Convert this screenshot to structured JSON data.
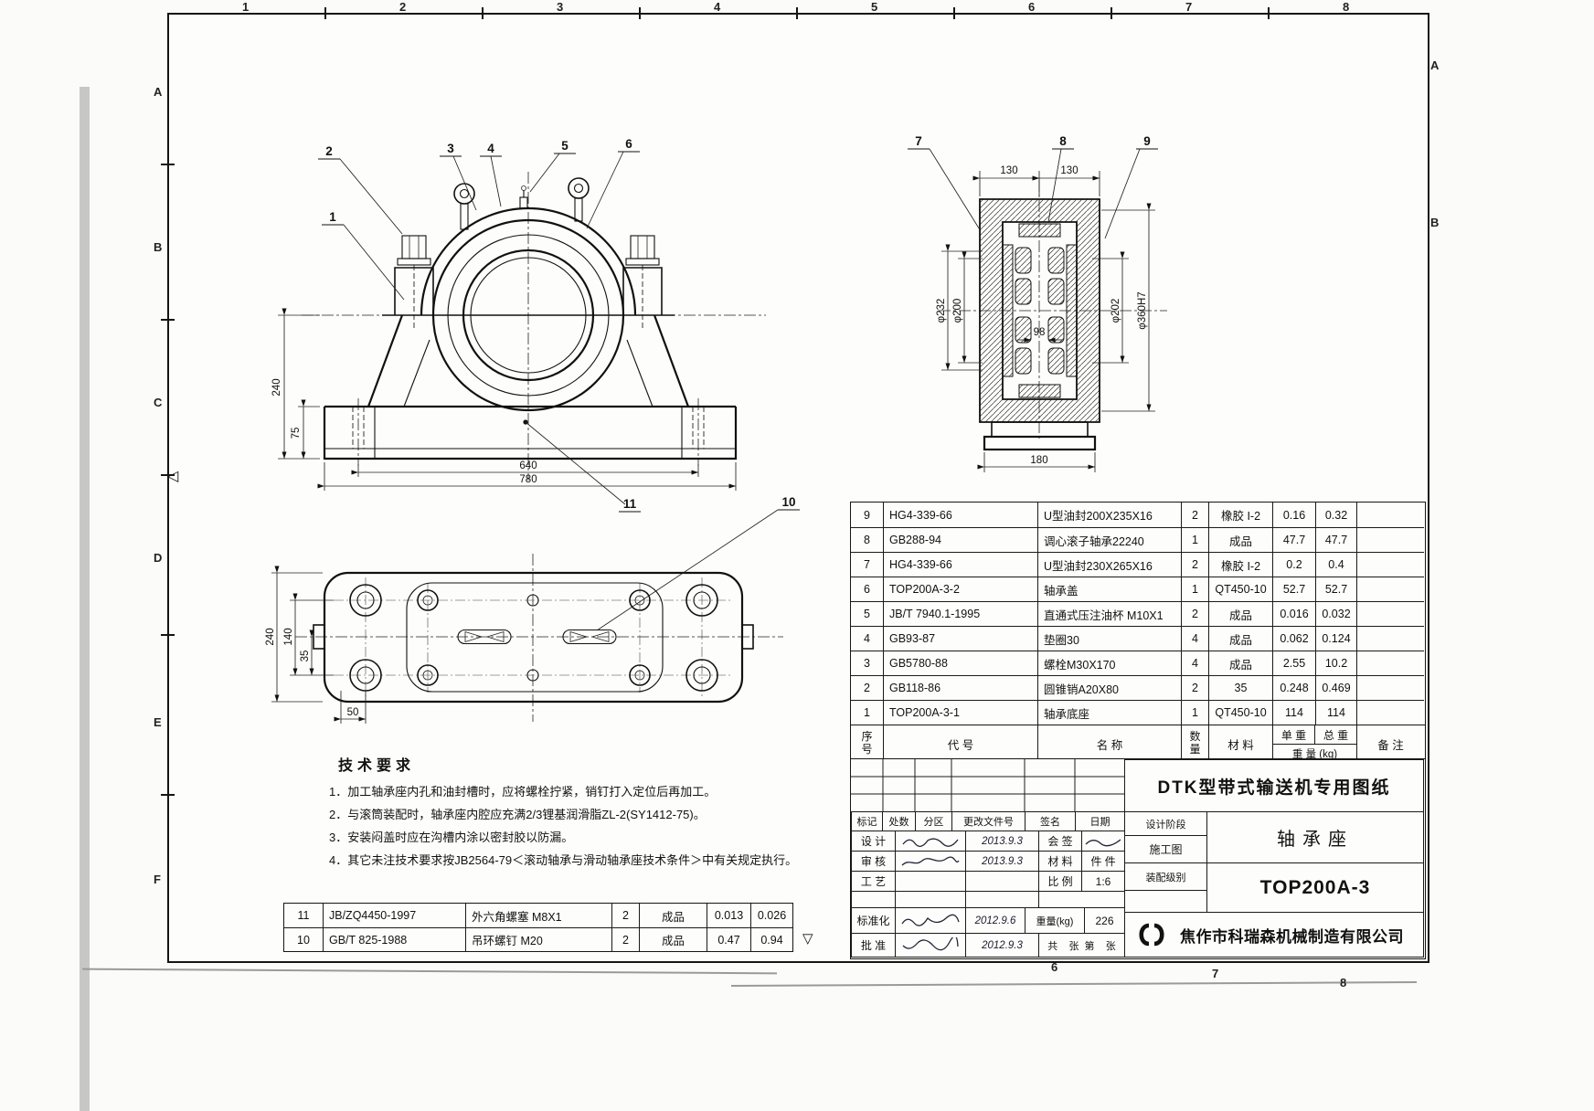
{
  "sheet": {
    "row_labels": [
      "A",
      "B",
      "C",
      "D",
      "E",
      "F"
    ],
    "col_labels_top": [
      "1",
      "2",
      "3",
      "4",
      "5",
      "6",
      "7",
      "8"
    ],
    "col_labels_bottom": [
      "6",
      "7",
      "8"
    ],
    "right_labels": [
      "A",
      "B"
    ],
    "center_mark": "◁",
    "surface_mark": "▽"
  },
  "front_view": {
    "callouts": {
      "n1": "1",
      "n2": "2",
      "n3": "3",
      "n4": "4",
      "n5": "5",
      "n6": "6",
      "n11": "11"
    },
    "dims": {
      "total_height": "240",
      "base_height": "75",
      "bolt_span": "640",
      "base_width": "780"
    }
  },
  "section_view": {
    "callouts": {
      "n7": "7",
      "n8": "8",
      "n9": "9"
    },
    "dims": {
      "cap_left": "130",
      "cap_right": "130",
      "inner_width": "98",
      "foot_width": "180",
      "d1": "φ232",
      "d2": "φ200",
      "d3": "φ202",
      "d4": "φ360H7"
    }
  },
  "top_view": {
    "callouts": {
      "n10": "10"
    },
    "dims": {
      "overall_depth": "240",
      "hole_span": "140",
      "hole_offset": "35",
      "edge_offset": "50"
    }
  },
  "tech_req": {
    "title": "技术要求",
    "items": [
      "1．加工轴承座内孔和油封槽时，应将螺栓拧紧，销钉打入定位后再加工。",
      "2．与滚筒装配时，轴承座内腔应充满2/3锂基润滑脂ZL-2(SY1412-75)。",
      "3．安装闷盖时应在沟槽内涂以密封胶以防漏。",
      "4．其它未注技术要求按JB2564-79＜滚动轴承与滑动轴承座技术条件＞中有关规定执行。"
    ]
  },
  "bom": {
    "headers": {
      "no": "序\n号",
      "code": "代  号",
      "name": "名  称",
      "qty": "数\n量",
      "material": "材 料",
      "unit": "单 重",
      "total": "总 重",
      "weight": "重 量 (kg)",
      "note": "备 注"
    },
    "rows": [
      {
        "no": "9",
        "code": "HG4-339-66",
        "name": "U型油封200X235X16",
        "qty": "2",
        "material": "橡胶 I-2",
        "unit": "0.16",
        "total": "0.32"
      },
      {
        "no": "8",
        "code": "GB288-94",
        "name": "调心滚子轴承22240",
        "qty": "1",
        "material": "成品",
        "unit": "47.7",
        "total": "47.7"
      },
      {
        "no": "7",
        "code": "HG4-339-66",
        "name": "U型油封230X265X16",
        "qty": "2",
        "material": "橡胶 I-2",
        "unit": "0.2",
        "total": "0.4"
      },
      {
        "no": "6",
        "code": "TOP200A-3-2",
        "name": "轴承盖",
        "qty": "1",
        "material": "QT450-10",
        "unit": "52.7",
        "total": "52.7"
      },
      {
        "no": "5",
        "code": "JB/T 7940.1-1995",
        "name": "直通式压注油杯 M10X1",
        "qty": "2",
        "material": "成品",
        "unit": "0.016",
        "total": "0.032"
      },
      {
        "no": "4",
        "code": "GB93-87",
        "name": "垫圈30",
        "qty": "4",
        "material": "成品",
        "unit": "0.062",
        "total": "0.124"
      },
      {
        "no": "3",
        "code": "GB5780-88",
        "name": "螺栓M30X170",
        "qty": "4",
        "material": "成品",
        "unit": "2.55",
        "total": "10.2"
      },
      {
        "no": "2",
        "code": "GB118-86",
        "name": "圆锥销A20X80",
        "qty": "2",
        "material": "35",
        "unit": "0.248",
        "total": "0.469"
      },
      {
        "no": "1",
        "code": "TOP200A-3-1",
        "name": "轴承底座",
        "qty": "1",
        "material": "QT450-10",
        "unit": "114",
        "total": "114"
      }
    ],
    "extra_rows": [
      {
        "no": "11",
        "code": "JB/ZQ4450-1997",
        "name": "外六角螺塞 M8X1",
        "qty": "2",
        "material": "成品",
        "unit": "0.013",
        "total": "0.026"
      },
      {
        "no": "10",
        "code": "GB/T 825-1988",
        "name": "吊环螺钉 M20",
        "qty": "2",
        "material": "成品",
        "unit": "0.47",
        "total": "0.94"
      }
    ]
  },
  "title_block": {
    "drawing_series": "DTK型带式输送机专用图纸",
    "part_name": "轴承座",
    "drawing_no": "TOP200A-3",
    "company": "焦作市科瑞森机械制造有限公司",
    "labels": {
      "mark": "标记",
      "count": "处数",
      "zone": "分区",
      "change_doc": "更改文件号",
      "sign": "签名",
      "date": "日期",
      "design": "设 计",
      "check": "审 核",
      "process": "工 艺",
      "standard": "标准化",
      "approve": "批 准",
      "countersign": "会 签",
      "material": "材 料",
      "scale_label": "比 例",
      "weight_label": "重量(kg)",
      "stage": "设计阶段",
      "stage_value": "施工图",
      "assembly": "装配级别",
      "sheets": "共    张  第    张"
    },
    "values": {
      "design_date": "2013.9.3",
      "check_date": "2013.9.3",
      "standard_date": "2012.9.6",
      "approve_date": "2012.9.3",
      "material_value": "件 件",
      "scale": "1:6",
      "weight": "226"
    }
  }
}
